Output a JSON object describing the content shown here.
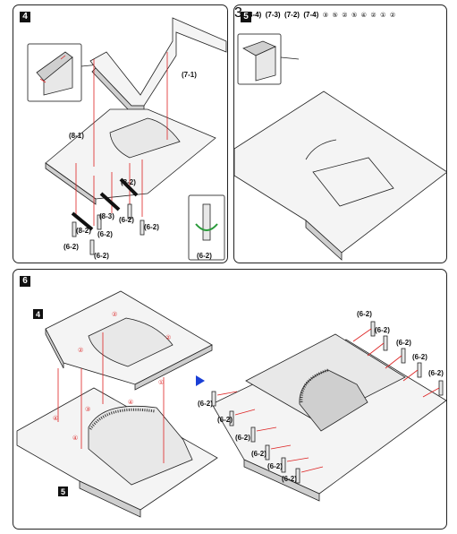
{
  "panel4": {
    "step": "4",
    "labels": {
      "p7_1": "(7-1)",
      "p8_1": "(8-1)",
      "p8_2": "(8-2)",
      "p8_3": "(8-3)",
      "p8_2b": "(8-2)",
      "p6_2_a": "(6-2)",
      "p6_2_b": "(6-2)",
      "p6_2_c": "(6-2)",
      "p6_2_d": "(6-2)",
      "p6_2_e": "(6-2)",
      "p6_2_inset": "(6-2)"
    }
  },
  "panel5": {
    "step": "5",
    "base_step": "3",
    "labels": {
      "p8_4": "(8-4)",
      "p7_3": "(7-3)",
      "p7_2": "(7-2)",
      "p7_4": "(7-4)"
    },
    "circled": [
      "①",
      "②",
      "③",
      "④",
      "⑤"
    ]
  },
  "panel6": {
    "step": "6",
    "sub_top": "4",
    "sub_bottom": "5",
    "labels_right": [
      "(6-2)",
      "(6-2)",
      "(6-2)",
      "(6-2)",
      "(6-2)",
      "(6-2)",
      "(6-2)",
      "(6-2)",
      "(6-2)",
      "(6-2)",
      "(6-2)"
    ],
    "circled": [
      "①",
      "②",
      "③",
      "④"
    ]
  },
  "colors": {
    "accent_red": "#dd2222",
    "arrow_green": "#2a9a3a",
    "arrow_blue": "#1a3fd6"
  }
}
